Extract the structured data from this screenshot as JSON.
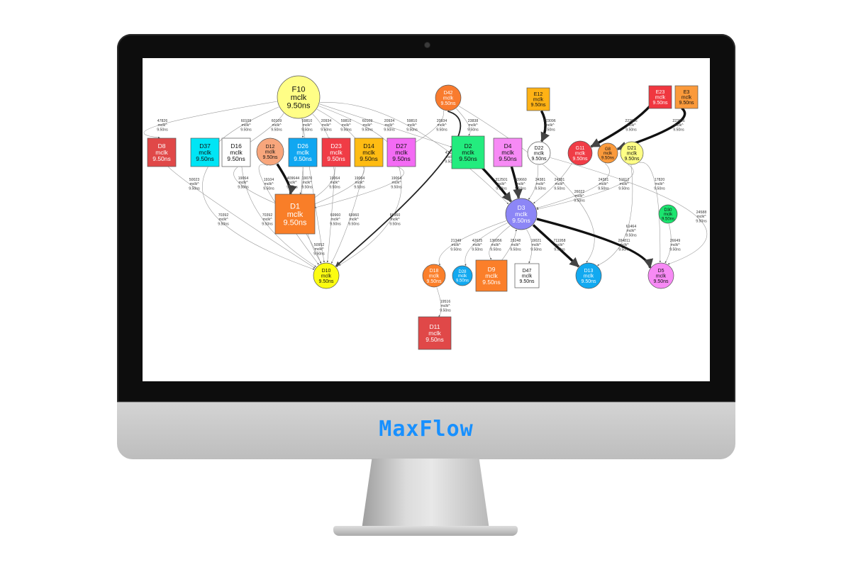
{
  "brand": {
    "label": "MaxFlow"
  },
  "graph": {
    "nodes": [
      {
        "id": "F10",
        "shape": "circle",
        "fill": "#fffe86",
        "lines": [
          "F10",
          "mclk",
          "9.50ns"
        ]
      },
      {
        "id": "D42",
        "shape": "circle",
        "fill": "#f97b2e",
        "lines": [
          "D42",
          "mclk",
          "9.50ns"
        ]
      },
      {
        "id": "E12",
        "shape": "box",
        "fill": "#ffb215",
        "lines": [
          "E12",
          "mclk",
          "9.50ns"
        ]
      },
      {
        "id": "E23",
        "shape": "box",
        "fill": "#f0373f",
        "lines": [
          "E23",
          "mclk",
          "9.50ns"
        ]
      },
      {
        "id": "E3",
        "shape": "box",
        "fill": "#fb9a3b",
        "lines": [
          "E3",
          "mclk",
          "9.50ns"
        ]
      },
      {
        "id": "D8",
        "shape": "box",
        "fill": "#e04848",
        "lines": [
          "D8",
          "mclk",
          "9.50ns"
        ]
      },
      {
        "id": "D37",
        "shape": "box",
        "fill": "#00e5f5",
        "lines": [
          "D37",
          "mclk",
          "9.50ns"
        ]
      },
      {
        "id": "D16",
        "shape": "box",
        "fill": "#ffffff",
        "lines": [
          "D16",
          "mclk",
          "9.50ns"
        ]
      },
      {
        "id": "D12",
        "shape": "circle",
        "fill": "#f8a67c",
        "lines": [
          "D12",
          "mclk",
          "9.50ns"
        ]
      },
      {
        "id": "D26",
        "shape": "box",
        "fill": "#10a7f1",
        "lines": [
          "D26",
          "mclk",
          "9.50ns"
        ]
      },
      {
        "id": "D23",
        "shape": "box",
        "fill": "#f03c46",
        "lines": [
          "D23",
          "mclk",
          "9.50ns"
        ]
      },
      {
        "id": "D14",
        "shape": "box",
        "fill": "#ffbc13",
        "lines": [
          "D14",
          "mclk",
          "9.50ns"
        ]
      },
      {
        "id": "D27",
        "shape": "box",
        "fill": "#f36bf4",
        "lines": [
          "D27",
          "mclk",
          "9.50ns"
        ]
      },
      {
        "id": "D2",
        "shape": "box",
        "fill": "#23ec7e",
        "lines": [
          "D2",
          "mclk",
          "9.50ns"
        ]
      },
      {
        "id": "D4",
        "shape": "box",
        "fill": "#f78af5",
        "lines": [
          "D4",
          "mclk",
          "9.50ns"
        ]
      },
      {
        "id": "D22",
        "shape": "circle",
        "fill": "#ffffff",
        "lines": [
          "D22",
          "mclk",
          "9.50ns"
        ]
      },
      {
        "id": "G11",
        "shape": "circle",
        "fill": "#f03c46",
        "lines": [
          "G11",
          "mclk",
          "9.50ns"
        ]
      },
      {
        "id": "G8",
        "shape": "circle",
        "fill": "#fb9a3b",
        "lines": [
          "G8",
          "mclk",
          "9.50ns"
        ]
      },
      {
        "id": "D21",
        "shape": "circle",
        "fill": "#fffe86",
        "lines": [
          "D21",
          "mclk",
          "9.50ns"
        ]
      },
      {
        "id": "D1",
        "shape": "box",
        "fill": "#f97e28",
        "lines": [
          "D1",
          "mclk",
          "9.50ns"
        ]
      },
      {
        "id": "D3",
        "shape": "circle",
        "fill": "#8c86f6",
        "lines": [
          "D3",
          "mclk",
          "9.50ns"
        ]
      },
      {
        "id": "D30",
        "shape": "circle",
        "fill": "#1be46e",
        "lines": [
          "D30",
          "mclk",
          "9.50ns"
        ]
      },
      {
        "id": "D10",
        "shape": "circle",
        "fill": "#fcfc12",
        "lines": [
          "D10",
          "mclk",
          "9.50ns"
        ]
      },
      {
        "id": "D18",
        "shape": "circle",
        "fill": "#fb7f2a",
        "lines": [
          "D18",
          "mclk",
          "9.50ns"
        ]
      },
      {
        "id": "D28",
        "shape": "circle",
        "fill": "#12a9f0",
        "lines": [
          "D28",
          "mclk",
          "9.50ns"
        ]
      },
      {
        "id": "D9",
        "shape": "box",
        "fill": "#fb7f2a",
        "lines": [
          "D9",
          "mclk",
          "9.50ns"
        ]
      },
      {
        "id": "D47",
        "shape": "box",
        "fill": "#ffffff",
        "lines": [
          "D47",
          "mclk",
          "9.50ns"
        ]
      },
      {
        "id": "D13",
        "shape": "circle",
        "fill": "#12a9f0",
        "lines": [
          "D13",
          "mclk",
          "9.50ns"
        ]
      },
      {
        "id": "D5",
        "shape": "circle",
        "fill": "#f78af5",
        "lines": [
          "D5",
          "mclk",
          "9.50ns"
        ]
      },
      {
        "id": "D11",
        "shape": "box",
        "fill": "#e04848",
        "lines": [
          "D11",
          "mclk",
          "9.50ns"
        ]
      }
    ],
    "edges": [
      {
        "from": "F10",
        "to": "D8",
        "weight": "thin",
        "lines": [
          "47826",
          "mclk^",
          "9.50ns"
        ]
      },
      {
        "from": "F10",
        "to": "D37",
        "weight": "thin",
        "lines": [
          "60109",
          "mclk^",
          "9.50ns"
        ]
      },
      {
        "from": "F10",
        "to": "D16",
        "weight": "thin",
        "lines": [
          "60109",
          "mclk^",
          "9.50ns"
        ]
      },
      {
        "from": "F10",
        "to": "D26",
        "weight": "thin",
        "lines": [
          "59810",
          "mclk^",
          "9.50ns"
        ]
      },
      {
        "from": "F10",
        "to": "D23",
        "weight": "thin",
        "lines": [
          "20934",
          "mclk^",
          "9.50ns"
        ]
      },
      {
        "from": "F10",
        "to": "D14",
        "weight": "thin",
        "lines": [
          "59810",
          "mclk^",
          "9.50ns"
        ]
      },
      {
        "from": "F10",
        "to": "D27",
        "weight": "thin",
        "lines": [
          "60109",
          "mclk^",
          "9.50ns"
        ]
      },
      {
        "from": "F10",
        "to": "D2",
        "weight": "thin",
        "lines": [
          "20934",
          "mclk^",
          "9.50ns"
        ]
      },
      {
        "from": "F10",
        "to": "D3",
        "weight": "thin",
        "lines": [
          "59810",
          "mclk^",
          "9.50ns"
        ]
      },
      {
        "from": "F10",
        "to": "D10",
        "weight": "thin",
        "lines": []
      },
      {
        "from": "D42",
        "to": "D10",
        "weight": "medium",
        "lines": [
          "43172",
          "mclk^",
          "9.50ns"
        ]
      },
      {
        "from": "D42",
        "to": "D2",
        "weight": "thin",
        "lines": [
          "23838",
          "mclk^",
          "9.50ns"
        ]
      },
      {
        "from": "D42",
        "to": "D27",
        "weight": "thin",
        "lines": [
          "20934",
          "mclk^",
          "9.50ns"
        ]
      },
      {
        "from": "D42",
        "to": "D13",
        "weight": "thin",
        "lines": [
          "26022",
          "mclk^",
          "9.50ns"
        ]
      },
      {
        "from": "E12",
        "to": "D22",
        "weight": "thick",
        "lines": [
          "223096",
          "mclk^",
          "9.50ns"
        ]
      },
      {
        "from": "E23",
        "to": "G11",
        "weight": "thick",
        "lines": [
          "223096",
          "mclk^",
          "9.50ns"
        ]
      },
      {
        "from": "E3",
        "to": "G8",
        "weight": "thick",
        "lines": [
          "223096",
          "mclk^",
          "9.50ns"
        ]
      },
      {
        "from": "D37",
        "to": "D10",
        "weight": "thin",
        "lines": [
          "70392",
          "mclk^",
          "9.50ns"
        ]
      },
      {
        "from": "D8",
        "to": "D10",
        "weight": "thin",
        "lines": [
          "50023",
          "mclk^",
          "9.50ns"
        ]
      },
      {
        "from": "D16",
        "to": "D10",
        "weight": "thin",
        "lines": [
          "70392",
          "mclk^",
          "9.50ns"
        ]
      },
      {
        "from": "D16",
        "to": "D1",
        "weight": "thin",
        "lines": [
          "19064",
          "mclk^",
          "9.50ns"
        ]
      },
      {
        "from": "D12",
        "to": "D1",
        "weight": "thick",
        "lines": [
          "1409644",
          "mclk^",
          "9.50ns"
        ]
      },
      {
        "from": "D12",
        "to": "D10",
        "weight": "thin",
        "lines": [
          "19104",
          "mclk^",
          "9.50ns"
        ]
      },
      {
        "from": "D26",
        "to": "D1",
        "weight": "thin",
        "lines": [
          "19070",
          "mclk^",
          "9.50ns"
        ]
      },
      {
        "from": "D23",
        "to": "D1",
        "weight": "thin",
        "lines": [
          "19064",
          "mclk^",
          "9.50ns"
        ]
      },
      {
        "from": "D23",
        "to": "D10",
        "weight": "thin",
        "lines": [
          "69960",
          "mclk^",
          "9.50ns"
        ]
      },
      {
        "from": "D14",
        "to": "D10",
        "weight": "thin",
        "lines": [
          "69960",
          "mclk^",
          "9.50ns"
        ]
      },
      {
        "from": "D14",
        "to": "D1",
        "weight": "thin",
        "lines": [
          "19064",
          "mclk^",
          "9.50ns"
        ]
      },
      {
        "from": "D27",
        "to": "D10",
        "weight": "thin",
        "lines": [
          "69960",
          "mclk^",
          "9.50ns"
        ]
      },
      {
        "from": "D27",
        "to": "D1",
        "weight": "thin",
        "lines": [
          "19064",
          "mclk^",
          "9.50ns"
        ]
      },
      {
        "from": "D26",
        "to": "D10",
        "weight": "thin",
        "lines": [
          "69960",
          "mclk^",
          "9.50ns"
        ]
      },
      {
        "from": "D1",
        "to": "D10",
        "weight": "thin",
        "lines": [
          "50952",
          "mclk^",
          "9.50ns"
        ]
      },
      {
        "from": "D2",
        "to": "D3",
        "weight": "thick",
        "lines": [
          "312501",
          "mclk^",
          "9.50ns"
        ]
      },
      {
        "from": "D4",
        "to": "D3",
        "weight": "thick",
        "lines": [
          "609660",
          "mclk^",
          "9.50ns"
        ]
      },
      {
        "from": "D22",
        "to": "D3",
        "weight": "thin",
        "lines": [
          "24381",
          "mclk^",
          "9.50ns"
        ]
      },
      {
        "from": "G11",
        "to": "D3",
        "weight": "thin",
        "lines": [
          "24381",
          "mclk^",
          "9.50ns"
        ]
      },
      {
        "from": "G8",
        "to": "D3",
        "weight": "thin",
        "lines": [
          "24381",
          "mclk^",
          "9.50ns"
        ]
      },
      {
        "from": "D21",
        "to": "D13",
        "weight": "thin",
        "lines": [
          "61464",
          "mclk^",
          "9.50ns"
        ]
      },
      {
        "from": "D21",
        "to": "D3",
        "weight": "thin",
        "lines": [
          "51612",
          "mclk^",
          "9.50ns"
        ]
      },
      {
        "from": "D21",
        "to": "D5",
        "weight": "thin",
        "lines": [
          "17820",
          "mclk^",
          "9.50ns"
        ]
      },
      {
        "from": "D22",
        "to": "D5",
        "weight": "thin",
        "lines": [
          "24588",
          "mclk^",
          "9.50ns"
        ]
      },
      {
        "from": "D3",
        "to": "D18",
        "weight": "thin",
        "lines": [
          "21349",
          "mclk^",
          "9.50ns"
        ]
      },
      {
        "from": "D3",
        "to": "D28",
        "weight": "thin",
        "lines": [
          "42625",
          "mclk^",
          "9.50ns"
        ]
      },
      {
        "from": "D3",
        "to": "D9",
        "weight": "thin",
        "lines": [
          "136956",
          "mclk^",
          "9.50ns"
        ]
      },
      {
        "from": "D9",
        "to": "D3",
        "weight": "thin",
        "lines": [
          "25248",
          "mclk^",
          "9.50ns"
        ]
      },
      {
        "from": "D3",
        "to": "D47",
        "weight": "thin",
        "lines": [
          "19021",
          "mclk^",
          "9.50ns"
        ]
      },
      {
        "from": "D3",
        "to": "D13",
        "weight": "thick",
        "lines": [
          "711958",
          "mclk^",
          "9.50ns"
        ]
      },
      {
        "from": "D3",
        "to": "D5",
        "weight": "thick",
        "lines": [
          "284811",
          "mclk^",
          "9.50ns"
        ]
      },
      {
        "from": "D30",
        "to": "D5",
        "weight": "thin",
        "lines": [
          "26649",
          "mclk^",
          "9.50ns"
        ]
      },
      {
        "from": "D18",
        "to": "D11",
        "weight": "thin",
        "lines": [
          "19516",
          "mclk^",
          "9.50ns"
        ]
      }
    ]
  }
}
